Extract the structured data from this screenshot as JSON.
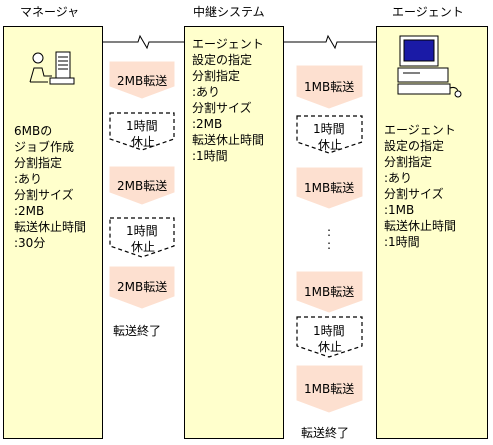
{
  "titles": {
    "manager": "マネージャ",
    "relay": "中継システム",
    "agent": "エージェント"
  },
  "manager_text": "6MBの\nジョブ作成\n分割指定\n:あり\n分割サイズ\n:2MB\n転送休止時間\n:30分",
  "relay_text": "エージェント\n設定の指定\n分割指定\n:あり\n分割サイズ\n:2MB\n転送休止時間\n:1時間",
  "agent_text": "エージェント\n設定の指定\n分割指定\n:あり\n分割サイズ\n:1MB\n転送休止時間\n:1時間",
  "left_flow": {
    "transfer": "2MB転送",
    "pause": [
      "1時間",
      "休止"
    ],
    "end": "転送終了"
  },
  "right_flow": {
    "transfer": "1MB転送",
    "pause": [
      "1時間",
      "休止"
    ],
    "dots": ":",
    "end": "転送終了"
  },
  "icons": {
    "manager": "person-at-computer-icon",
    "agent": "desktop-computer-icon"
  },
  "colors": {
    "panel": "#ffffcc",
    "arrow": "#fde0d0",
    "border": "#000000"
  }
}
